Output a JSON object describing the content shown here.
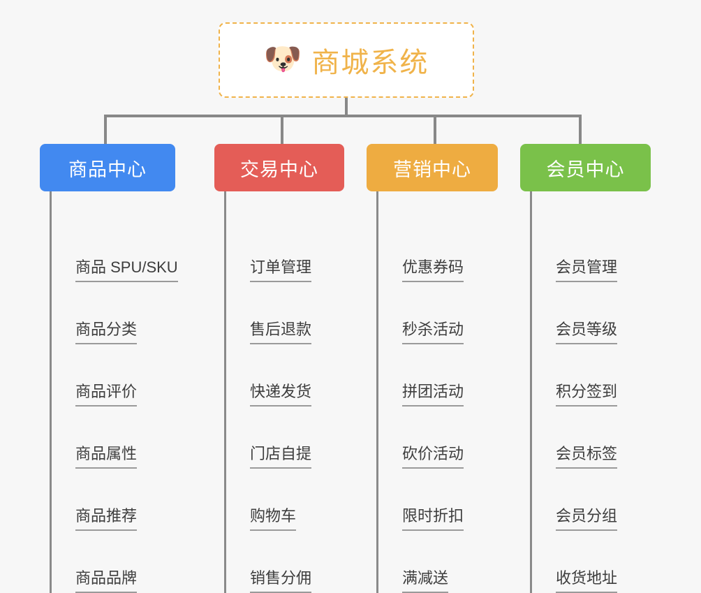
{
  "root": {
    "icon": "shiba-dog-emoji",
    "icon_glyph": "🐶",
    "title": "商城系统",
    "color": "#f0b34a",
    "border_style": "dashed"
  },
  "connector_color": "#888888",
  "background_color": "#f7f7f7",
  "categories": [
    {
      "label": "商品中心",
      "color": "#4289f0",
      "items": [
        "商品 SPU/SKU",
        "商品分类",
        "商品评价",
        "商品属性",
        "商品推荐",
        "商品品牌"
      ]
    },
    {
      "label": "交易中心",
      "color": "#e45d57",
      "items": [
        "订单管理",
        "售后退款",
        "快递发货",
        "门店自提",
        "购物车",
        "销售分佣"
      ]
    },
    {
      "label": "营销中心",
      "color": "#eeac41",
      "items": [
        "优惠券码",
        "秒杀活动",
        "拼团活动",
        "砍价活动",
        "限时折扣",
        "满减送"
      ]
    },
    {
      "label": "会员中心",
      "color": "#79c košik"
    }
  ]
}
